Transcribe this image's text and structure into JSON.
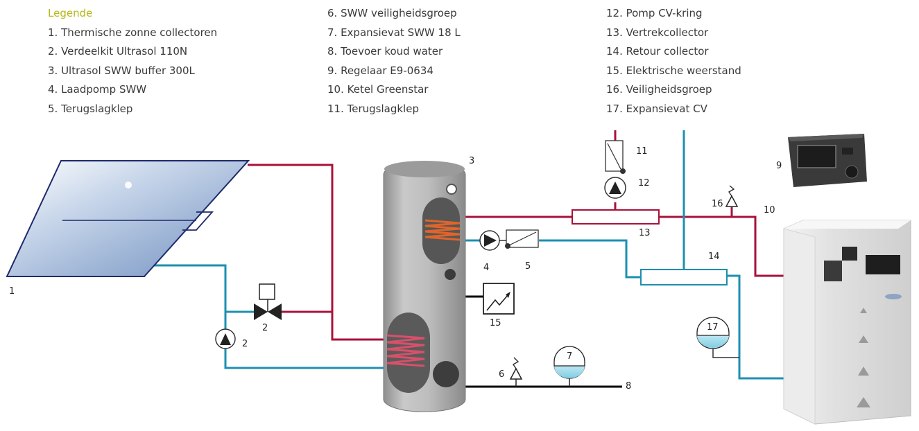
{
  "legend": {
    "title": "Legende",
    "col1": [
      "1. Thermische zonne collectoren",
      "2. Verdeelkit Ultrasol 110N",
      "3. Ultrasol SWW buffer 300L",
      "4. Laadpomp SWW",
      "5. Terugslagklep"
    ],
    "col2": [
      "6. SWW veiligheidsgroep",
      "7. Expansievat SWW 18 L",
      "8. Toevoer koud water",
      "9. Regelaar E9-0634",
      "10. Ketel Greenstar",
      "11. Terugslagklep"
    ],
    "col3": [
      "12. Pomp CV-kring",
      "13. Vertrekcollector",
      "14. Retour collector",
      "15. Elektrische weerstand",
      "16. Veiligheidsgroep",
      "17. Expansievat CV"
    ]
  },
  "labels": {
    "n1": "1",
    "n2a": "2",
    "n2b": "2",
    "n3": "3",
    "n4": "4",
    "n5": "5",
    "n6": "6",
    "n7": "7",
    "n8": "8",
    "n9": "9",
    "n10": "10",
    "n11": "11",
    "n12": "12",
    "n13": "13",
    "n14": "14",
    "n15": "15",
    "n16": "16",
    "n17": "17"
  },
  "colors": {
    "hot_pipe": "#a8113a",
    "cold_pipe": "#1c8fb0",
    "legend_title": "#b5b814"
  }
}
